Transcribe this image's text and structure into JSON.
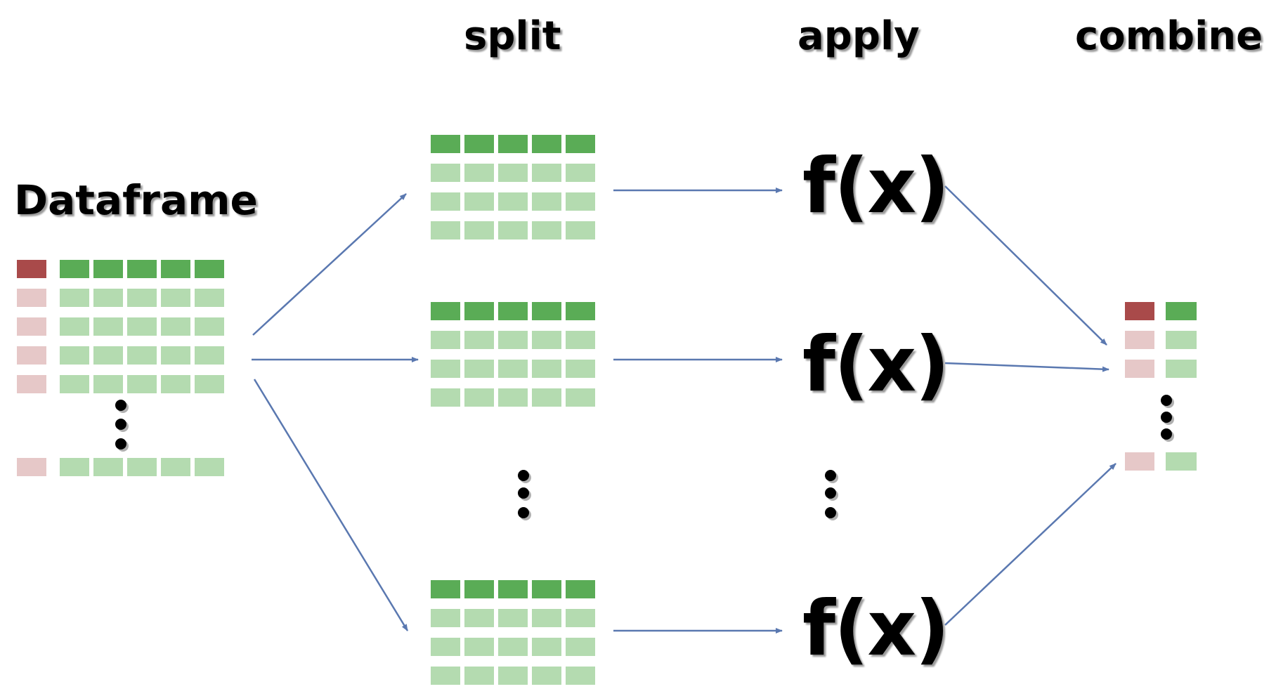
{
  "stages": {
    "split": "split",
    "apply": "apply",
    "combine": "combine"
  },
  "dataframe_label": "Dataframe",
  "function_label": "f(x)",
  "colors": {
    "key_header": "#a94a4a",
    "key_cell": "#e6c8c8",
    "value_header": "#5aac56",
    "value_cell": "#b4dbb0",
    "arrow": "#5a78b0"
  }
}
